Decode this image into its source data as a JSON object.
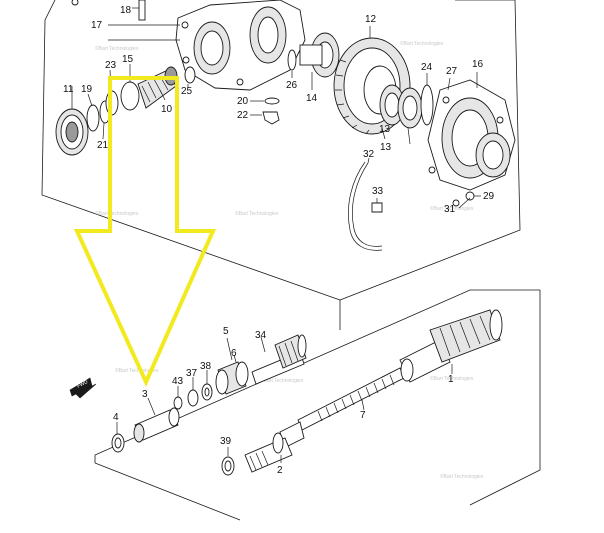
{
  "diagram": {
    "part_labels": {
      "p1": "1",
      "p2": "2",
      "p3": "3",
      "p4": "4",
      "p5": "5",
      "p6": "6",
      "p7": "7",
      "p10": "10",
      "p11": "11",
      "p12": "12",
      "p13a": "13",
      "p13b": "13",
      "p14": "14",
      "p15": "15",
      "p16": "16",
      "p17": "17",
      "p18": "18",
      "p19": "19",
      "p20": "20",
      "p21": "21",
      "p22": "22",
      "p23": "23",
      "p24": "24",
      "p25": "25",
      "p26": "26",
      "p27": "27",
      "p29": "29",
      "p31": "31",
      "p32": "32",
      "p33": "33",
      "p34": "34",
      "p37": "37",
      "p38": "38",
      "p39": "39",
      "p43": "43"
    },
    "fwd_marker": "FWD",
    "watermark": "©Bart Technologies",
    "highlight_arrow_color": "#f2ea1e",
    "line_color": "#1a1a1a"
  }
}
